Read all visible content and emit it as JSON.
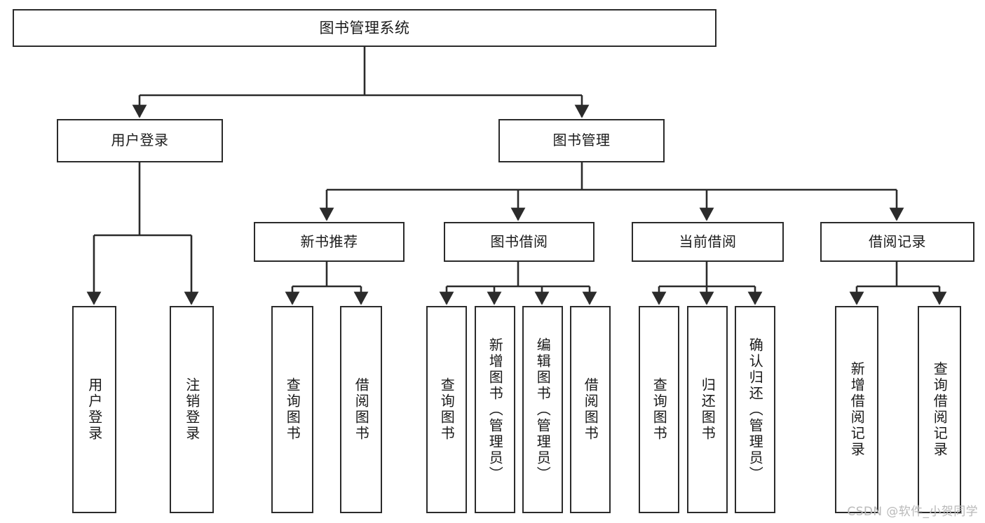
{
  "diagram": {
    "title": "图书管理系统",
    "type": "tree",
    "orientation": "top-down",
    "colors": {
      "node_border": "#2b2b2b",
      "node_fill": "#ffffff",
      "connector": "#2b2b2b",
      "text": "#1a1a1a",
      "watermark": "#b9b9b9",
      "background": "#ffffff"
    }
  },
  "nodes": {
    "root": {
      "label": "图书管理系统"
    },
    "level2": [
      {
        "id": "user-login",
        "label": "用户登录"
      },
      {
        "id": "book-manage",
        "label": "图书管理"
      }
    ],
    "level3": [
      {
        "id": "new-book-rec",
        "label": "新书推荐"
      },
      {
        "id": "book-borrow",
        "label": "图书借阅"
      },
      {
        "id": "current-borrow",
        "label": "当前借阅"
      },
      {
        "id": "borrow-record",
        "label": "借阅记录"
      }
    ],
    "leaves": {
      "user_login": [
        {
          "id": "leaf-user-login",
          "label": "用户登录"
        },
        {
          "id": "leaf-logout",
          "label": "注销登录"
        }
      ],
      "new_book_rec": [
        {
          "id": "leaf-query-book-1",
          "label": "查询图书"
        },
        {
          "id": "leaf-borrow-book-1",
          "label": "借阅图书"
        }
      ],
      "book_borrow": [
        {
          "id": "leaf-query-book-2",
          "label": "查询图书"
        },
        {
          "id": "leaf-add-book",
          "label": "新增图书（管理员）"
        },
        {
          "id": "leaf-edit-book",
          "label": "编辑图书（管理员）"
        },
        {
          "id": "leaf-borrow-book-2",
          "label": "借阅图书"
        }
      ],
      "current_borrow": [
        {
          "id": "leaf-query-book-3",
          "label": "查询图书"
        },
        {
          "id": "leaf-return-book",
          "label": "归还图书"
        },
        {
          "id": "leaf-confirm-return",
          "label": "确认归还（管理员）"
        }
      ],
      "borrow_record": [
        {
          "id": "leaf-add-record",
          "label": "新增借阅记录"
        },
        {
          "id": "leaf-query-record",
          "label": "查询借阅记录"
        }
      ]
    }
  },
  "watermark": {
    "text": "CSDN @软件_小贺同学"
  }
}
